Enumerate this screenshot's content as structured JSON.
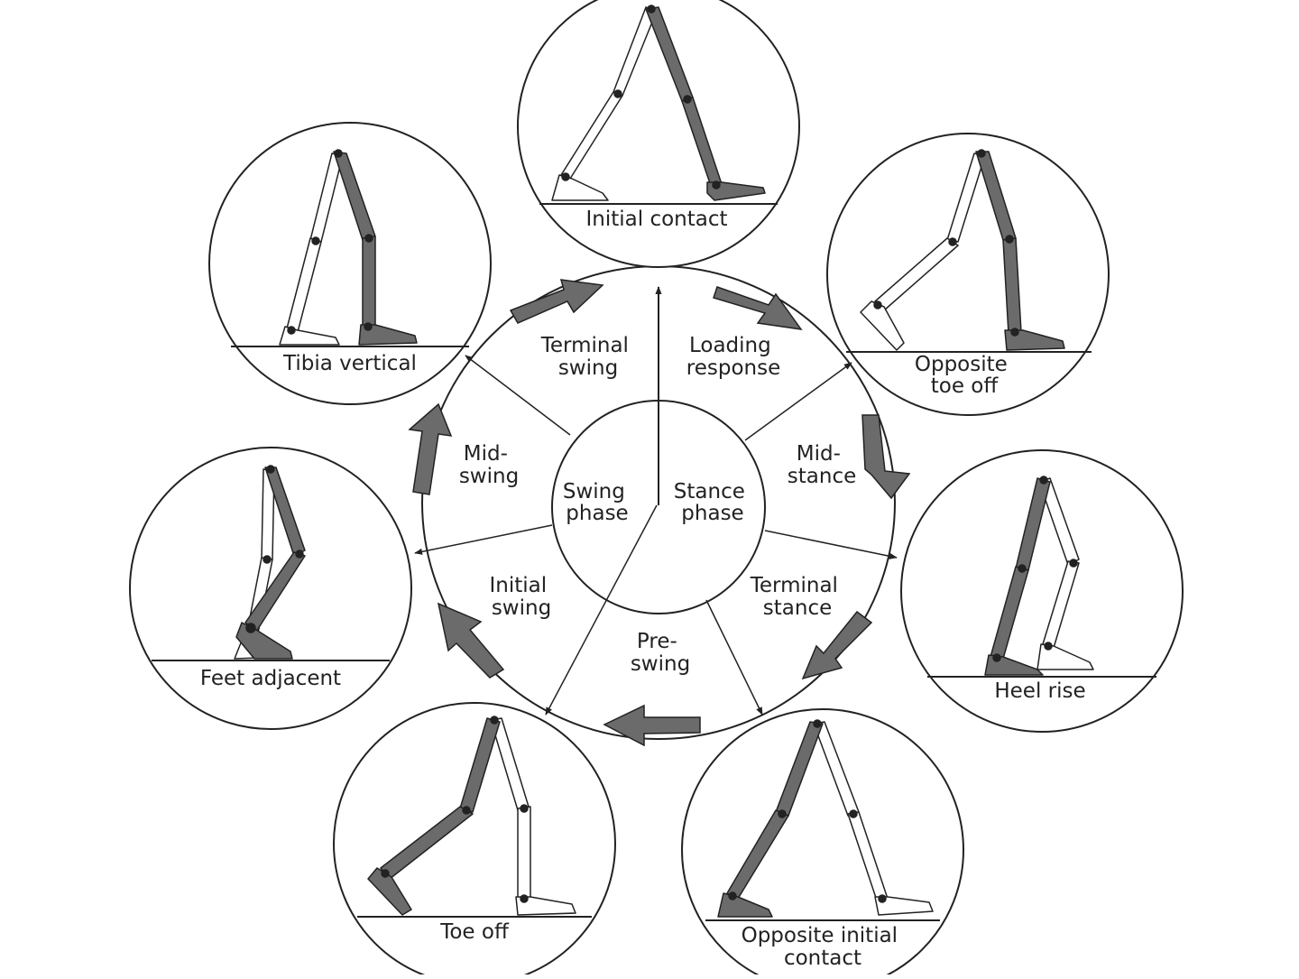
{
  "colors": {
    "stroke": "#222222",
    "limb_dark": "#6b6b6b",
    "limb_light": "#ffffff",
    "background": "#ffffff"
  },
  "core": {
    "swing": [
      "Swing",
      "phase"
    ],
    "stance": [
      "Stance",
      "phase"
    ]
  },
  "events": [
    {
      "id": "initial-contact",
      "label": [
        "Initial contact"
      ]
    },
    {
      "id": "opposite-toe-off",
      "label": [
        "Opposite",
        "toe off"
      ]
    },
    {
      "id": "heel-rise",
      "label": [
        "Heel rise"
      ]
    },
    {
      "id": "opposite-initial-contact",
      "label": [
        "Opposite initial",
        "contact"
      ]
    },
    {
      "id": "toe-off",
      "label": [
        "Toe off"
      ]
    },
    {
      "id": "feet-adjacent",
      "label": [
        "Feet adjacent"
      ]
    },
    {
      "id": "tibia-vertical",
      "label": [
        "Tibia vertical"
      ]
    }
  ],
  "phases": [
    {
      "id": "loading-response",
      "label": [
        "Loading",
        "response"
      ]
    },
    {
      "id": "mid-stance",
      "label": [
        "Mid-",
        "stance"
      ]
    },
    {
      "id": "terminal-stance",
      "label": [
        "Terminal",
        "stance"
      ]
    },
    {
      "id": "pre-swing",
      "label": [
        "Pre-",
        "swing"
      ]
    },
    {
      "id": "initial-swing",
      "label": [
        "Initial",
        "swing"
      ]
    },
    {
      "id": "mid-swing",
      "label": [
        "Mid-",
        "swing"
      ]
    },
    {
      "id": "terminal-swing",
      "label": [
        "Terminal",
        "swing"
      ]
    }
  ]
}
